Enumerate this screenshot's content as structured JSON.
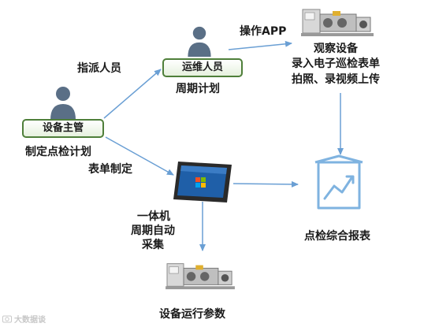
{
  "roles": {
    "manager": "设备主管",
    "operator": "运维人员"
  },
  "labels": {
    "assign": "指派人员",
    "make_plan": "制定点检计划",
    "periodic_plan": "周期计划",
    "operate_app": "操作APP",
    "observe": "观察设备",
    "enter_form": "录入电子巡检表单",
    "photo_video": "拍照、录视频上传",
    "form_make": "表单制定",
    "all_in_one": "一体机",
    "auto": "周期自动",
    "collect": "采集",
    "report": "点检综合报表",
    "params": "设备运行参数"
  },
  "icons": {
    "manager_person": "person-icon",
    "operator_person": "person-icon",
    "machine_top": "machine-icon",
    "tablet": "tablet-icon",
    "report": "chart-box-icon",
    "machine_bottom": "machine-icon",
    "watermark": "camera-logo-icon"
  },
  "colors": {
    "arrow": "#6a9fd4",
    "role_border": "#4f7f3a",
    "person": "#5a6f86",
    "report_icon": "#7fb3e0"
  },
  "watermark": "大数据谈"
}
